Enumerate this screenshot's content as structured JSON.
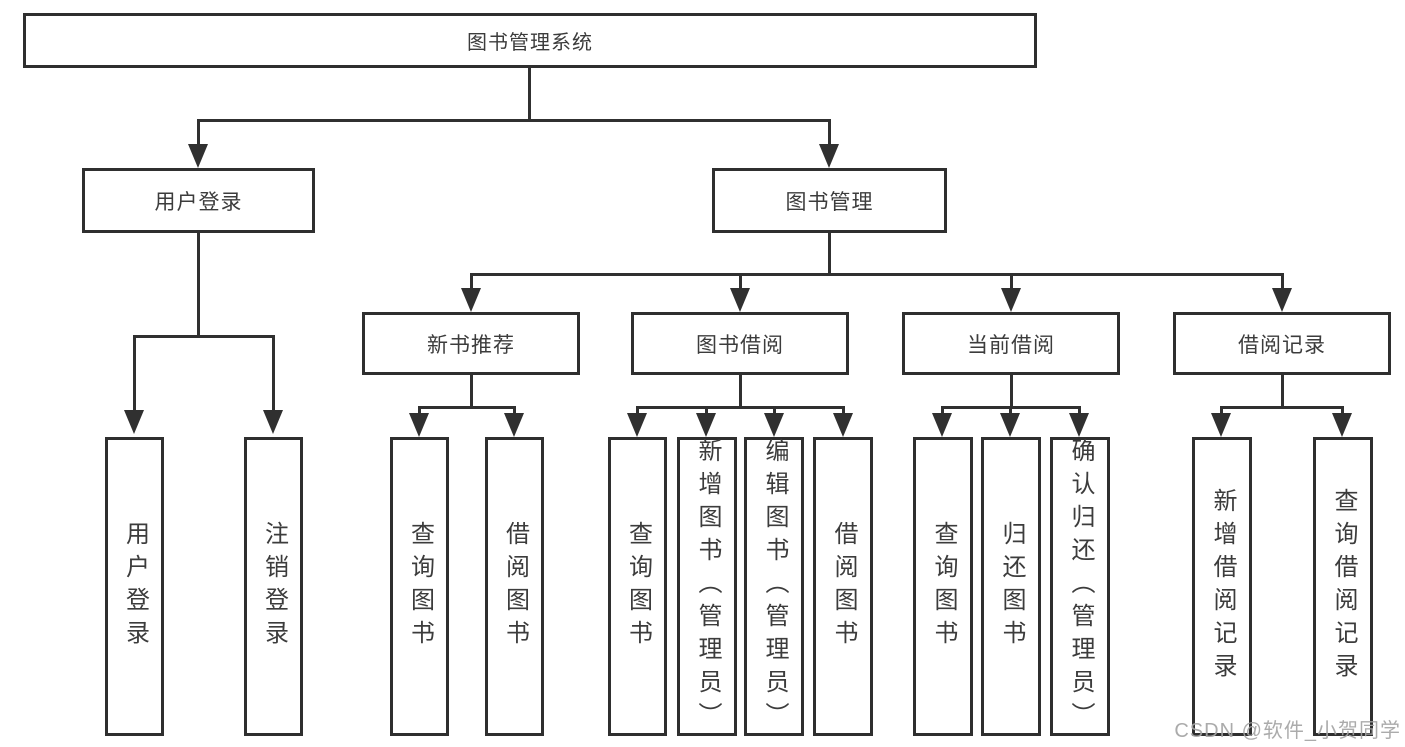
{
  "diagram": {
    "title_node": "图书管理系统",
    "level2": {
      "login": "用户登录",
      "manage": "图书管理"
    },
    "level3": {
      "recommend": "新书推荐",
      "borrow": "图书借阅",
      "current": "当前借阅",
      "records": "借阅记录"
    },
    "leaves": {
      "login_children": [
        "用户登录",
        "注销登录"
      ],
      "recommend_children": [
        "查询图书",
        "借阅图书"
      ],
      "borrow_children": [
        "查询图书",
        "新增图书（管理员）",
        "编辑图书（管理员）",
        "借阅图书"
      ],
      "current_children": [
        "查询图书",
        "归还图书",
        "确认归还（管理员）"
      ],
      "records_children": [
        "新增借阅记录",
        "查询借阅记录"
      ]
    }
  },
  "watermark": {
    "text": "CSDN @软件_小贺同学"
  },
  "colors": {
    "line": "#303030",
    "box_border": "#2f2f2f",
    "text": "#3c3c3c",
    "watermark": "#a4a4a4",
    "background": "#ffffff"
  }
}
